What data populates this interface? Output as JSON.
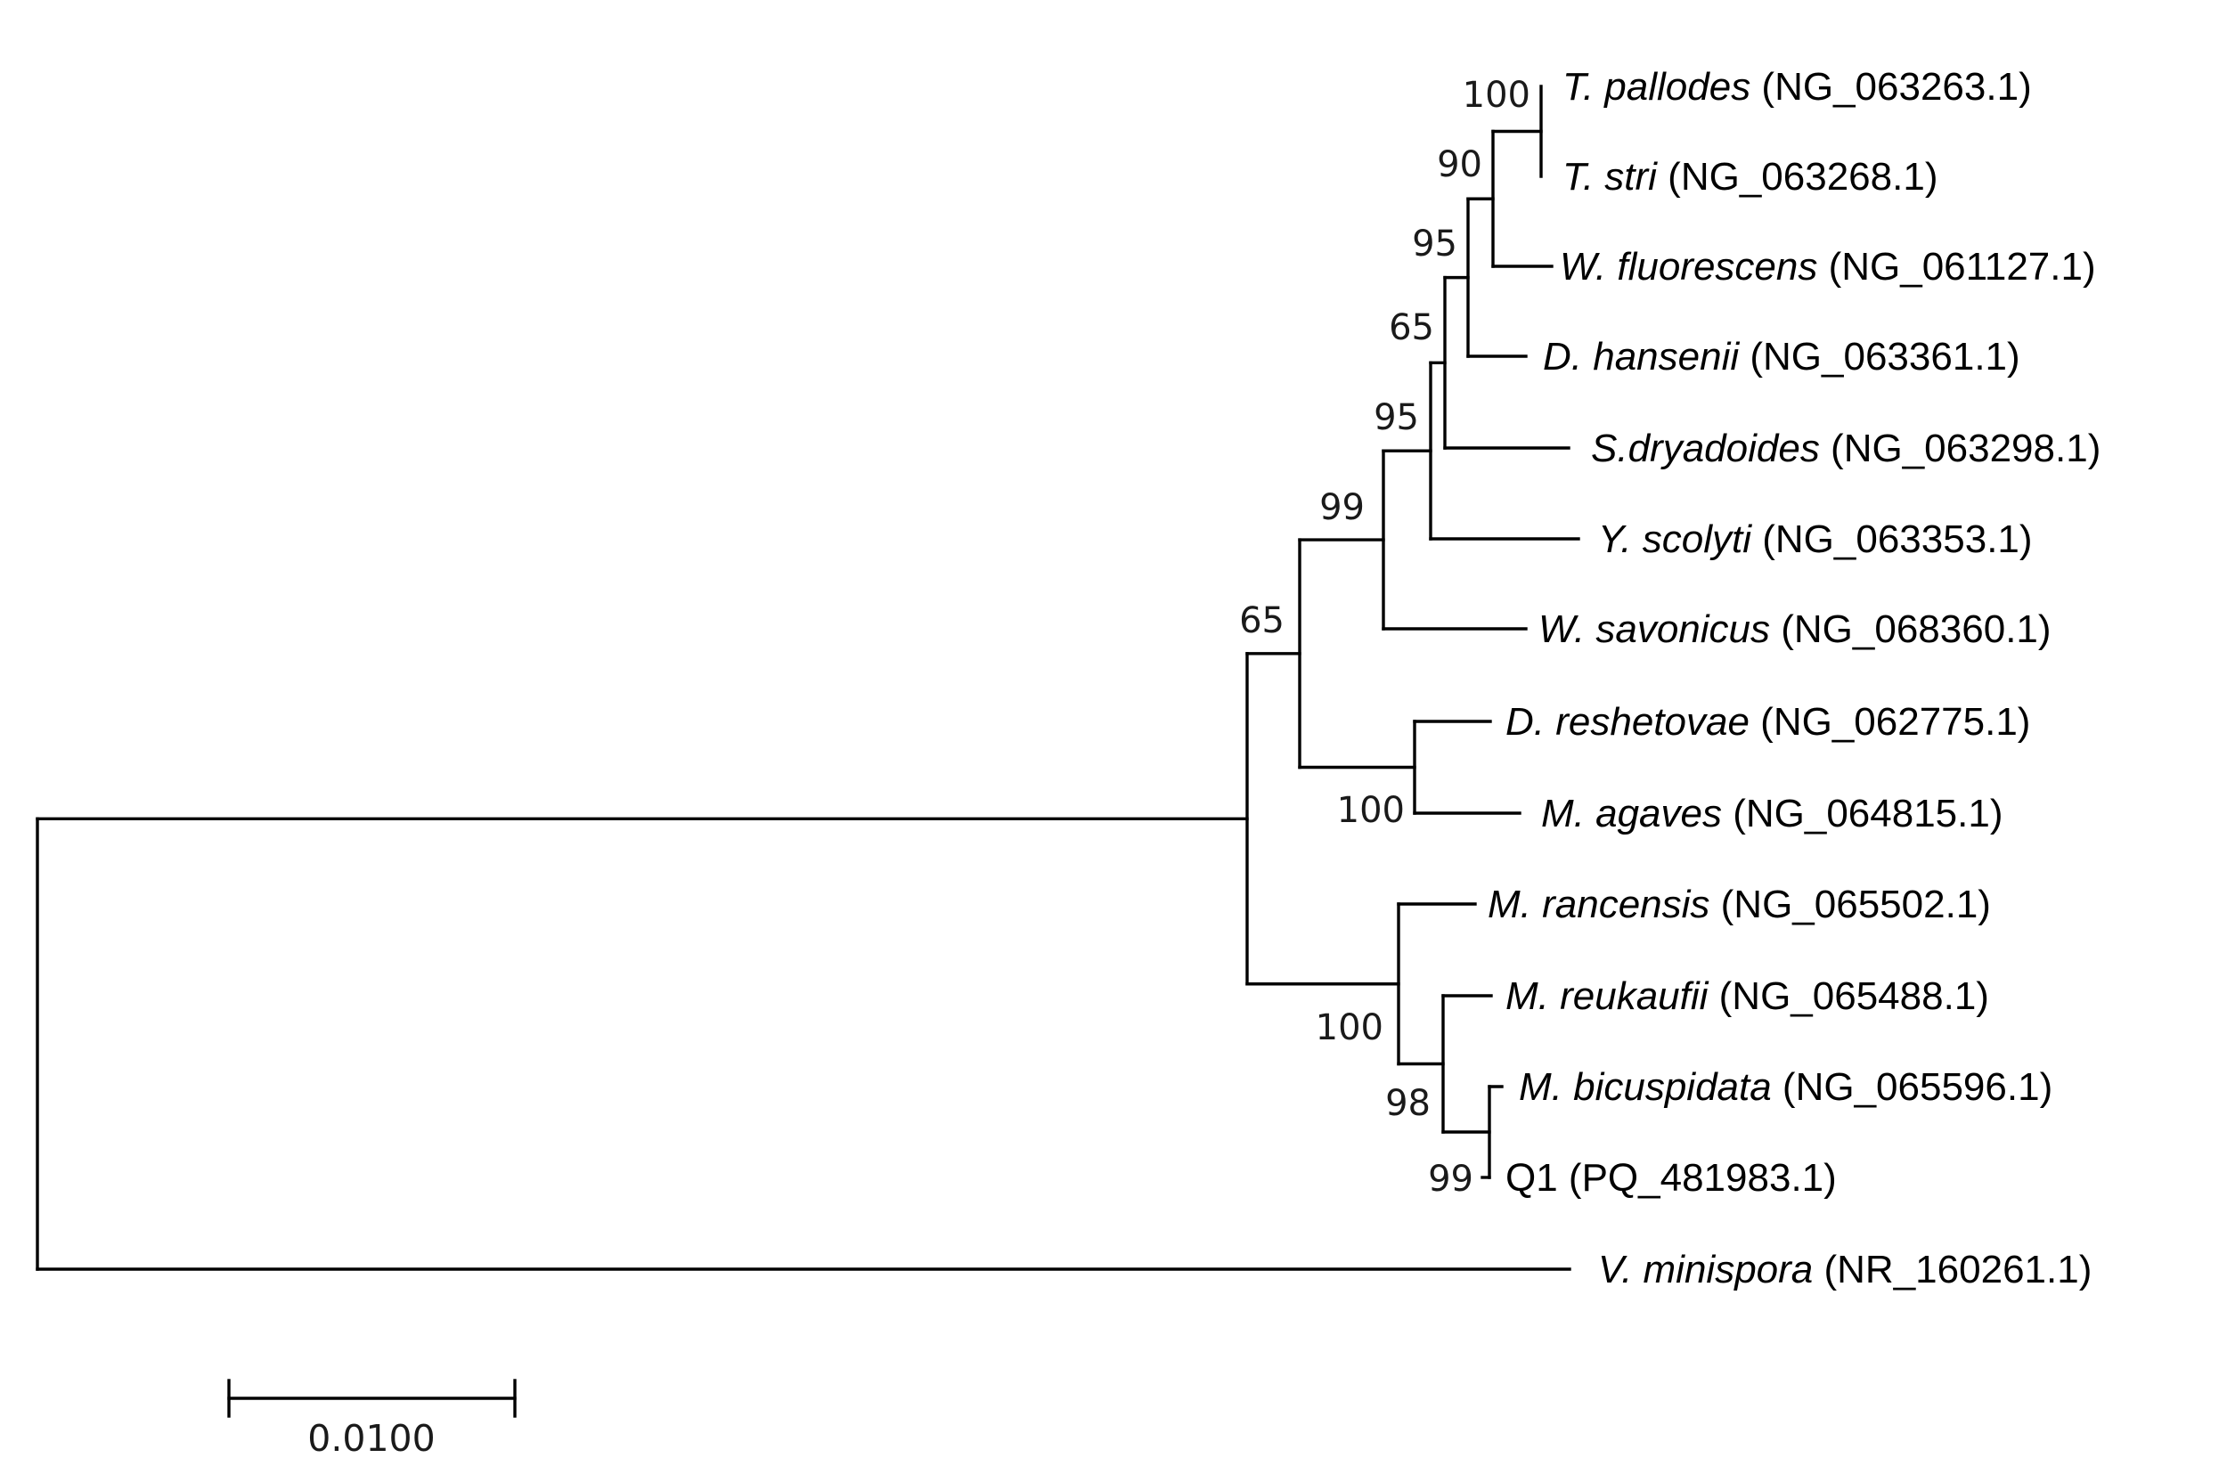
{
  "tree": {
    "taxa": [
      {
        "id": "t1",
        "species": "T. pallodes",
        "accession": "(NG_063263.1)"
      },
      {
        "id": "t2",
        "species": "T. stri",
        "accession": "(NG_063268.1)"
      },
      {
        "id": "t3",
        "species": "W. fluorescens",
        "accession": "(NG_061127.1)"
      },
      {
        "id": "t4",
        "species": "D. hansenii",
        "accession": "(NG_063361.1)"
      },
      {
        "id": "t5",
        "species": "S.dryadoides",
        "accession": "(NG_063298.1)"
      },
      {
        "id": "t6",
        "species": "Y. scolyti",
        "accession": "(NG_063353.1)"
      },
      {
        "id": "t7",
        "species": "W. savonicus",
        "accession": "(NG_068360.1)"
      },
      {
        "id": "t8",
        "species": "D. reshetovae",
        "accession": "(NG_062775.1)"
      },
      {
        "id": "t9",
        "species": "M. agaves",
        "accession": "(NG_064815.1)"
      },
      {
        "id": "t10",
        "species": "M. rancensis",
        "accession": "(NG_065502.1)"
      },
      {
        "id": "t11",
        "species": "M. reukaufii",
        "accession": "(NG_065488.1)"
      },
      {
        "id": "t12",
        "species": "M. bicuspidata",
        "accession": "(NG_065596.1)"
      },
      {
        "id": "t13",
        "species": "",
        "accession": "Q1 (PQ_481983.1)"
      },
      {
        "id": "t14",
        "species": "V. minispora",
        "accession": "(NR_160261.1)"
      }
    ],
    "bootstrap": {
      "n1": "100",
      "n2": "90",
      "n3": "95",
      "n4": "65",
      "n5": "95",
      "n6": "99",
      "n7": "65",
      "n8": "100",
      "n9": "100",
      "n10": "98",
      "n11": "99"
    },
    "scale_bar": {
      "label": "0.0100",
      "length": 0.01
    }
  }
}
